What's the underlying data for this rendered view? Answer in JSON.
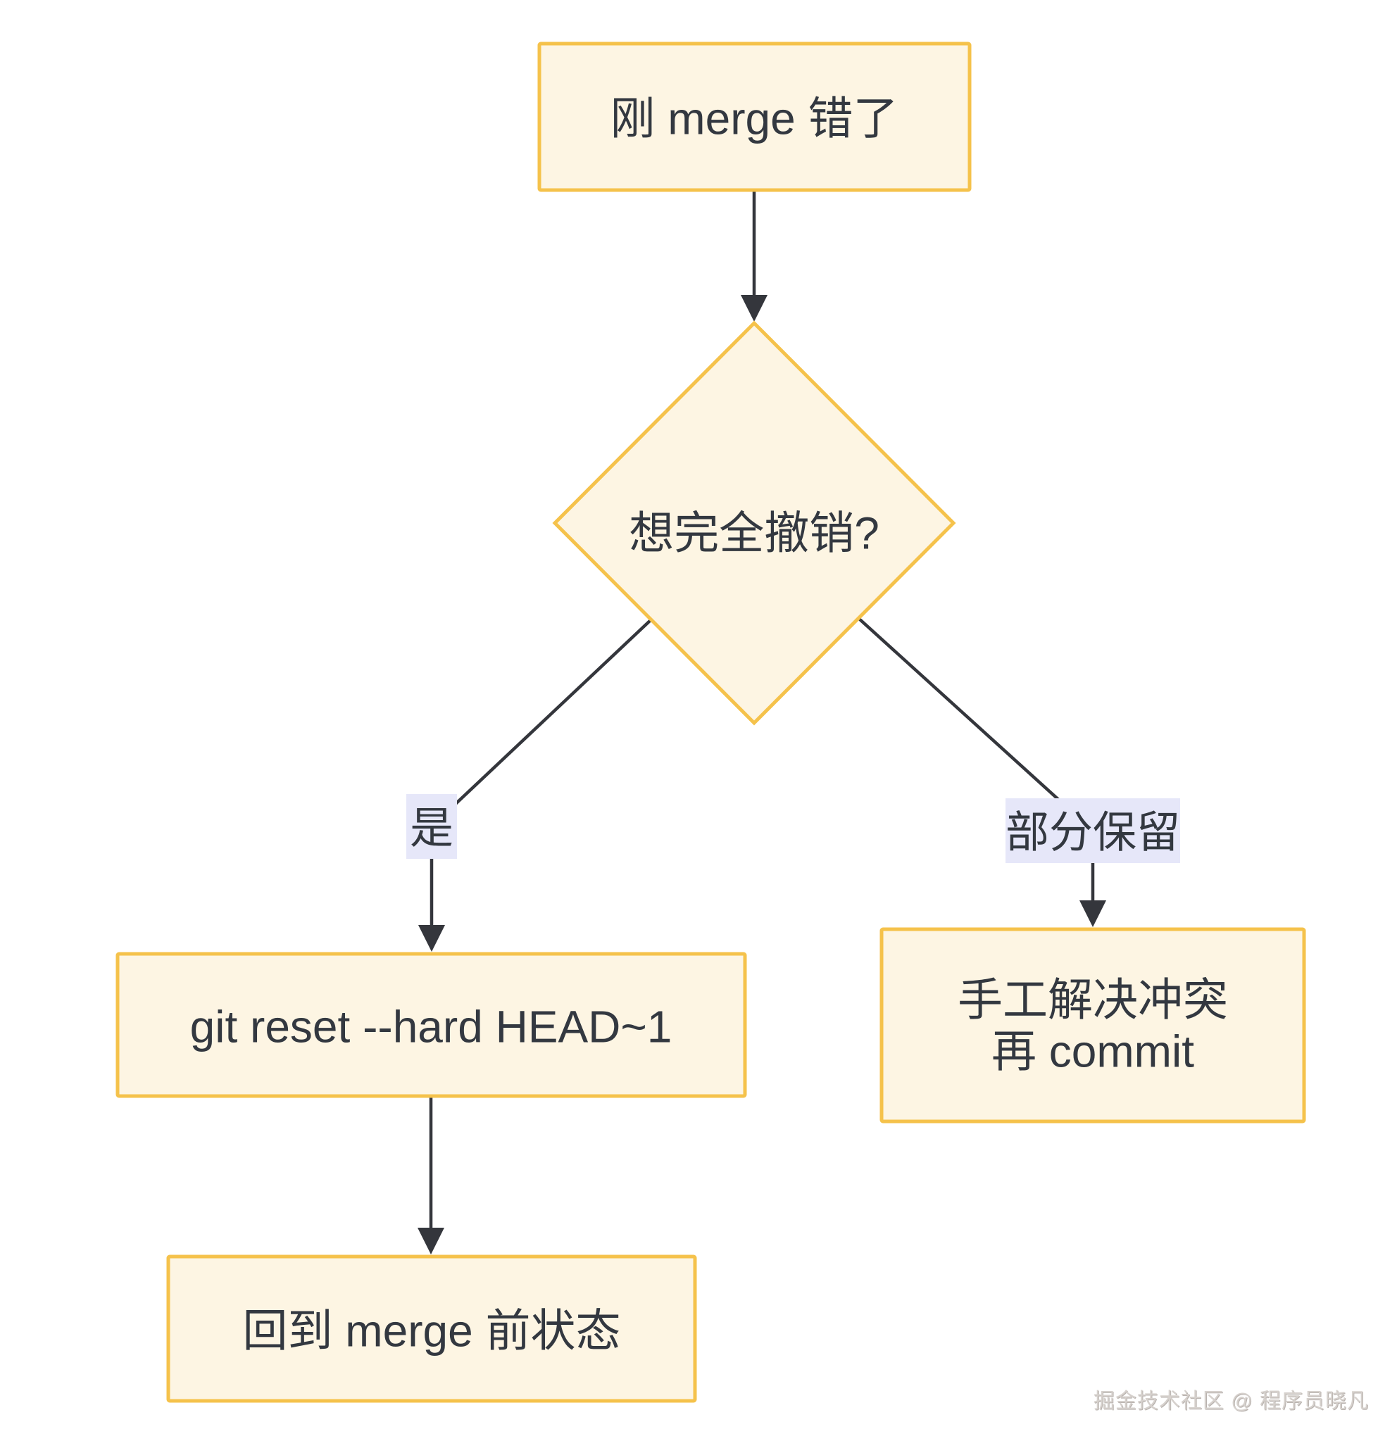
{
  "diagram": {
    "type": "flowchart",
    "background_color": "#ffffff",
    "node_fill_color": "#fdf5e3",
    "node_border_color": "#f5c24b",
    "edge_color": "#34363c",
    "text_color": "#333840",
    "edge_label_bg_color": "#e6e7f9",
    "watermark_color": "#d6d1cd",
    "nodes": {
      "start": {
        "shape": "rectangle",
        "label": "刚 merge 错了"
      },
      "decision": {
        "shape": "diamond",
        "label": "想完全撤销?"
      },
      "reset": {
        "shape": "rectangle",
        "label": "git reset --hard HEAD~1"
      },
      "resolve": {
        "shape": "rectangle",
        "label_line1": "手工解决冲突",
        "label_line2": "再 commit"
      },
      "restored": {
        "shape": "rectangle",
        "label": "回到 merge 前状态"
      }
    },
    "edges": [
      {
        "from": "start",
        "to": "decision",
        "label": ""
      },
      {
        "from": "decision",
        "to": "reset",
        "label": "是"
      },
      {
        "from": "decision",
        "to": "resolve",
        "label": "部分保留"
      },
      {
        "from": "reset",
        "to": "restored",
        "label": ""
      }
    ],
    "edge_labels": {
      "yes": "是",
      "partial": "部分保留"
    },
    "watermark": "掘金技术社区 @ 程序员晓凡"
  }
}
